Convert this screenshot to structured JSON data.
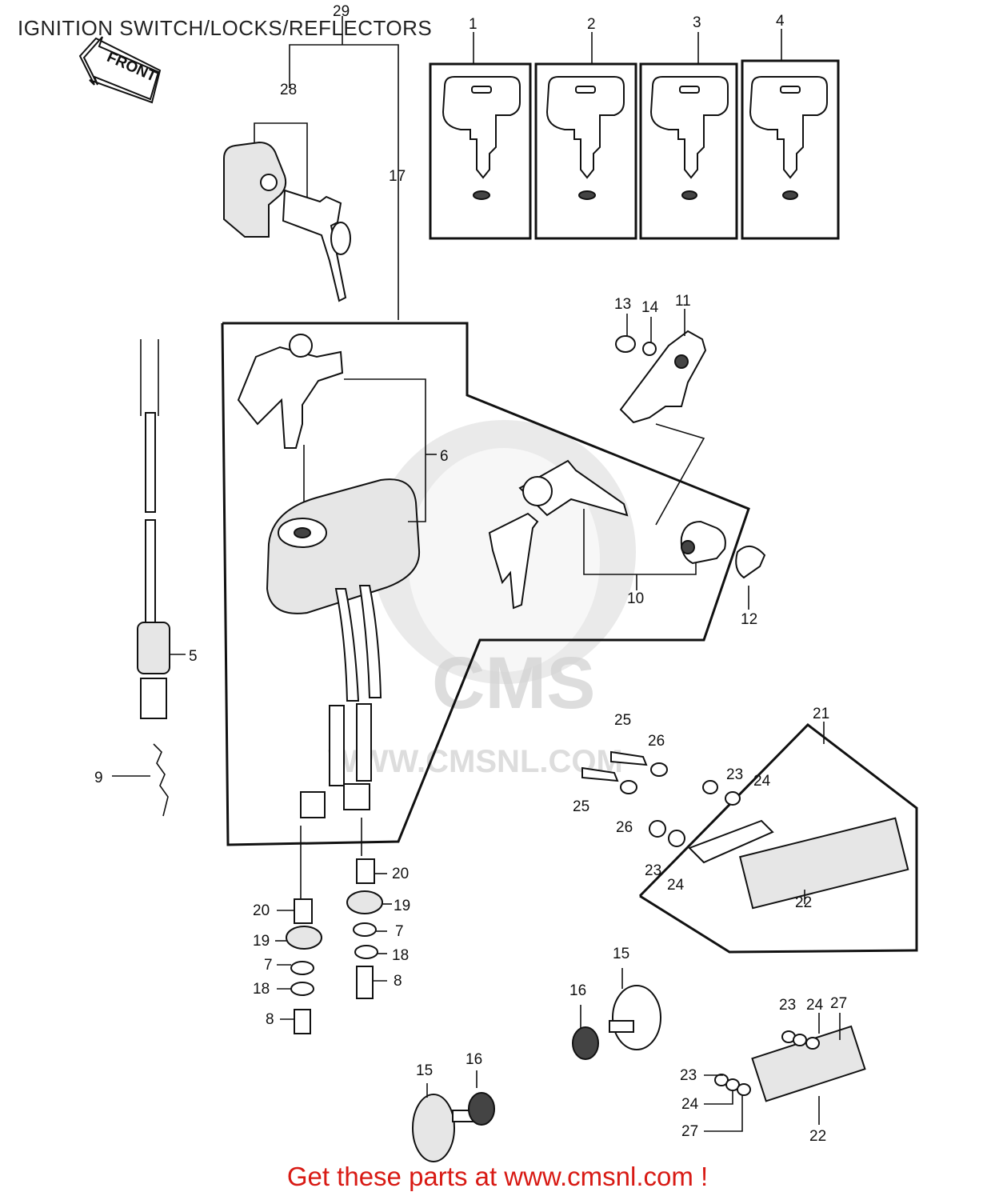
{
  "title": "IGNITION SWITCH/LOCKS/REFLECTORS",
  "front_label": "FRONT",
  "footer": "Get these parts at www.cmsnl.com !",
  "colors": {
    "footer": "#d81a14",
    "ink": "#111111",
    "watermark": "#d2d2d2"
  },
  "watermark": {
    "logo_text": "CMS",
    "url_text": "WWW.CMSNL.COM"
  },
  "callouts": {
    "c29": "29",
    "c28": "28",
    "c17": "17",
    "c1": "1",
    "c2": "2",
    "c3": "3",
    "c4": "4",
    "c13": "13",
    "c14": "14",
    "c11": "11",
    "c6": "6",
    "c5": "5",
    "c9": "9",
    "c10": "10",
    "c12": "12",
    "c21": "21",
    "c25a": "25",
    "c26a": "26",
    "c25b": "25",
    "c26b": "26",
    "c23a": "23",
    "c24a": "24",
    "c23b": "23",
    "c24b": "24",
    "c22a": "22",
    "c20a": "20",
    "c19a": "19",
    "c7a": "7",
    "c18a": "18",
    "c8a": "8",
    "c20b": "20",
    "c19b": "19",
    "c7b": "7",
    "c18b": "18",
    "c8b": "8",
    "c15a": "15",
    "c16a": "16",
    "c15b": "15",
    "c16b": "16",
    "c23c": "23",
    "c24c": "24",
    "c27a": "27",
    "c23d": "23",
    "c24d": "24",
    "c27b": "27",
    "c22b": "22"
  }
}
